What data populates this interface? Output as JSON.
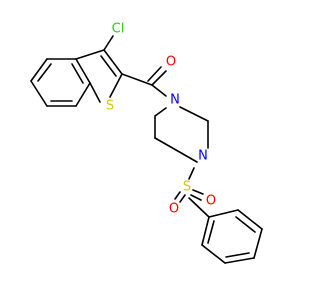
{
  "atom_labels": {
    "cl": "Cl",
    "o_carbonyl": "O",
    "s_ring": "S",
    "n_amide": "N",
    "n_sulfonyl": "N",
    "s_sulfonyl": "S",
    "o_sulfonyl_1": "O",
    "o_sulfonyl_2": "O"
  },
  "colors": {
    "bond": "#000000",
    "chlorine": "#33cc00",
    "oxygen": "#ff0000",
    "sulfur": "#cccc00",
    "nitrogen": "#0000ff"
  }
}
